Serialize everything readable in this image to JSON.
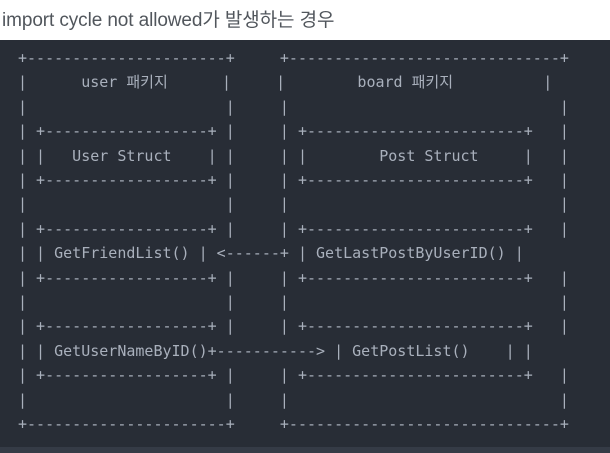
{
  "title": "import cycle not allowed가 발생하는 경우",
  "diagram": {
    "ascii": "+----------------------+     +------------------------------+\n|      user 패키지      |     |        board 패키지          |\n|                      |     |                              |\n| +------------------+ |     | +------------------------+   |\n| |   User Struct    | |     | |        Post Struct     |   |\n| +------------------+ |     | +------------------------+   |\n|                      |     |                              |\n| +------------------+ |     | +------------------------+   |\n| | GetFriendList() | <------+ | GetLastPostByUserID() |\n| +------------------+ |     | +------------------------+   |\n|                      |     |                              |\n| +------------------+ |     | +------------------------+   |\n| | GetUserNameByID()+-----------> | GetPostList()    | |\n| +------------------+ |     | +------------------------+   |\n|                      |     |                              |\n+----------------------+     +------------------------------+",
    "packages": [
      {
        "name": "user 패키지",
        "members": [
          "User Struct",
          "GetFriendList()",
          "GetUserNameByID()"
        ]
      },
      {
        "name": "board 패키지",
        "members": [
          "Post Struct",
          "GetLastPostByUserID()",
          "GetPostList()"
        ]
      }
    ],
    "arrows": [
      {
        "from": "GetLastPostByUserID()",
        "to": "GetFriendList()",
        "direction": "left"
      },
      {
        "from": "GetUserNameByID()",
        "to": "GetPostList()",
        "direction": "right"
      }
    ],
    "colors": {
      "block_background": "#282d36",
      "ascii_text": "#a9b0bc",
      "title_text": "#51565c",
      "scrollbar": "#353b46",
      "page_background": "#ffffff"
    }
  }
}
